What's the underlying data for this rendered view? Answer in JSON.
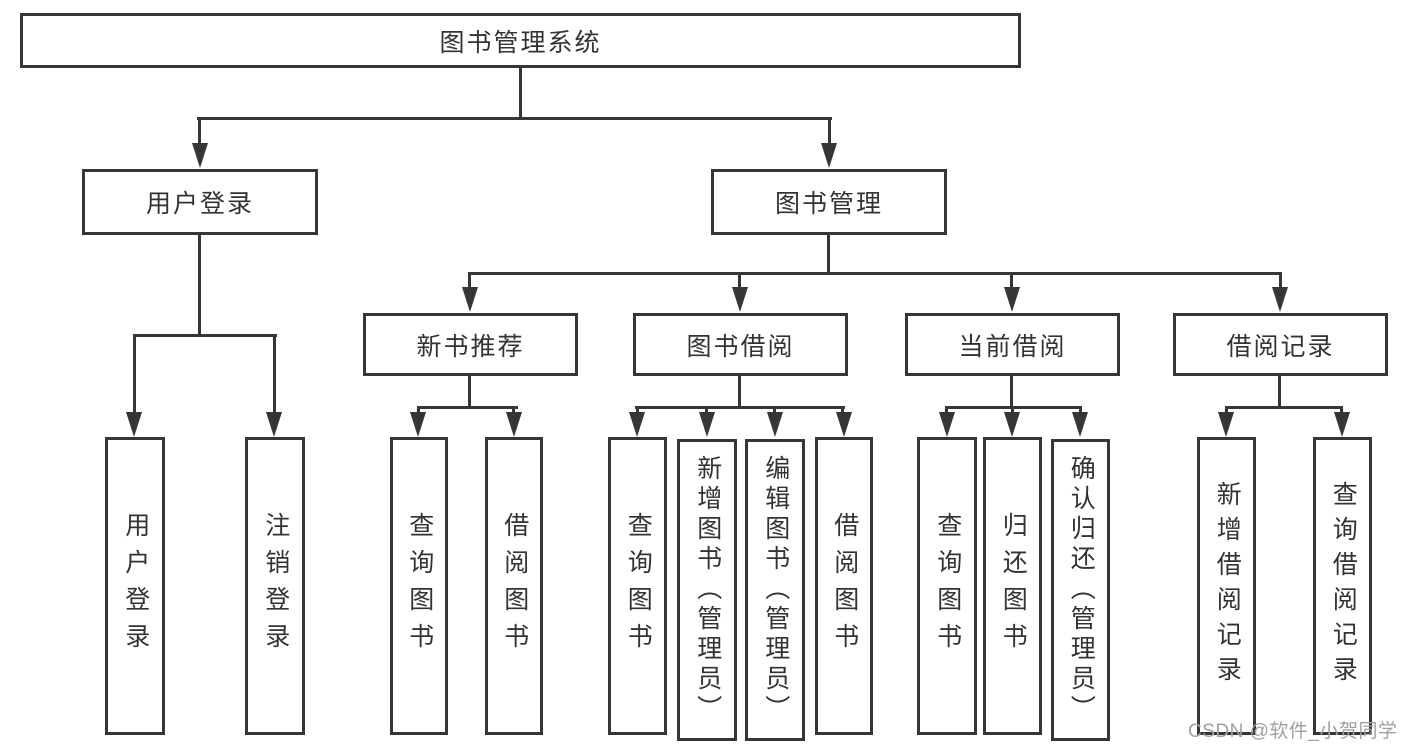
{
  "diagram": {
    "type": "hierarchy-tree",
    "root": {
      "label": "图书管理系统"
    },
    "children": [
      {
        "label": "用户登录",
        "children": [
          {
            "label": "用户登录"
          },
          {
            "label": "注销登录"
          }
        ]
      },
      {
        "label": "图书管理",
        "children": [
          {
            "label": "新书推荐",
            "children": [
              {
                "label": "查询图书"
              },
              {
                "label": "借阅图书"
              }
            ]
          },
          {
            "label": "图书借阅",
            "children": [
              {
                "label": "查询图书"
              },
              {
                "label": "新增图书（管理员）"
              },
              {
                "label": "编辑图书（管理员）"
              },
              {
                "label": "借阅图书"
              }
            ]
          },
          {
            "label": "当前借阅",
            "children": [
              {
                "label": "查询图书"
              },
              {
                "label": "归还图书"
              },
              {
                "label": "确认归还（管理员）"
              }
            ]
          },
          {
            "label": "借阅记录",
            "children": [
              {
                "label": "新增借阅记录"
              },
              {
                "label": "查询借阅记录"
              }
            ]
          }
        ]
      }
    ]
  },
  "watermark": {
    "text": "CSDN @软件_小贺同学"
  },
  "style": {
    "line_color": "#363636",
    "text_color": "#333333",
    "watermark_color": "#a0a0a0",
    "background": "#ffffff"
  }
}
